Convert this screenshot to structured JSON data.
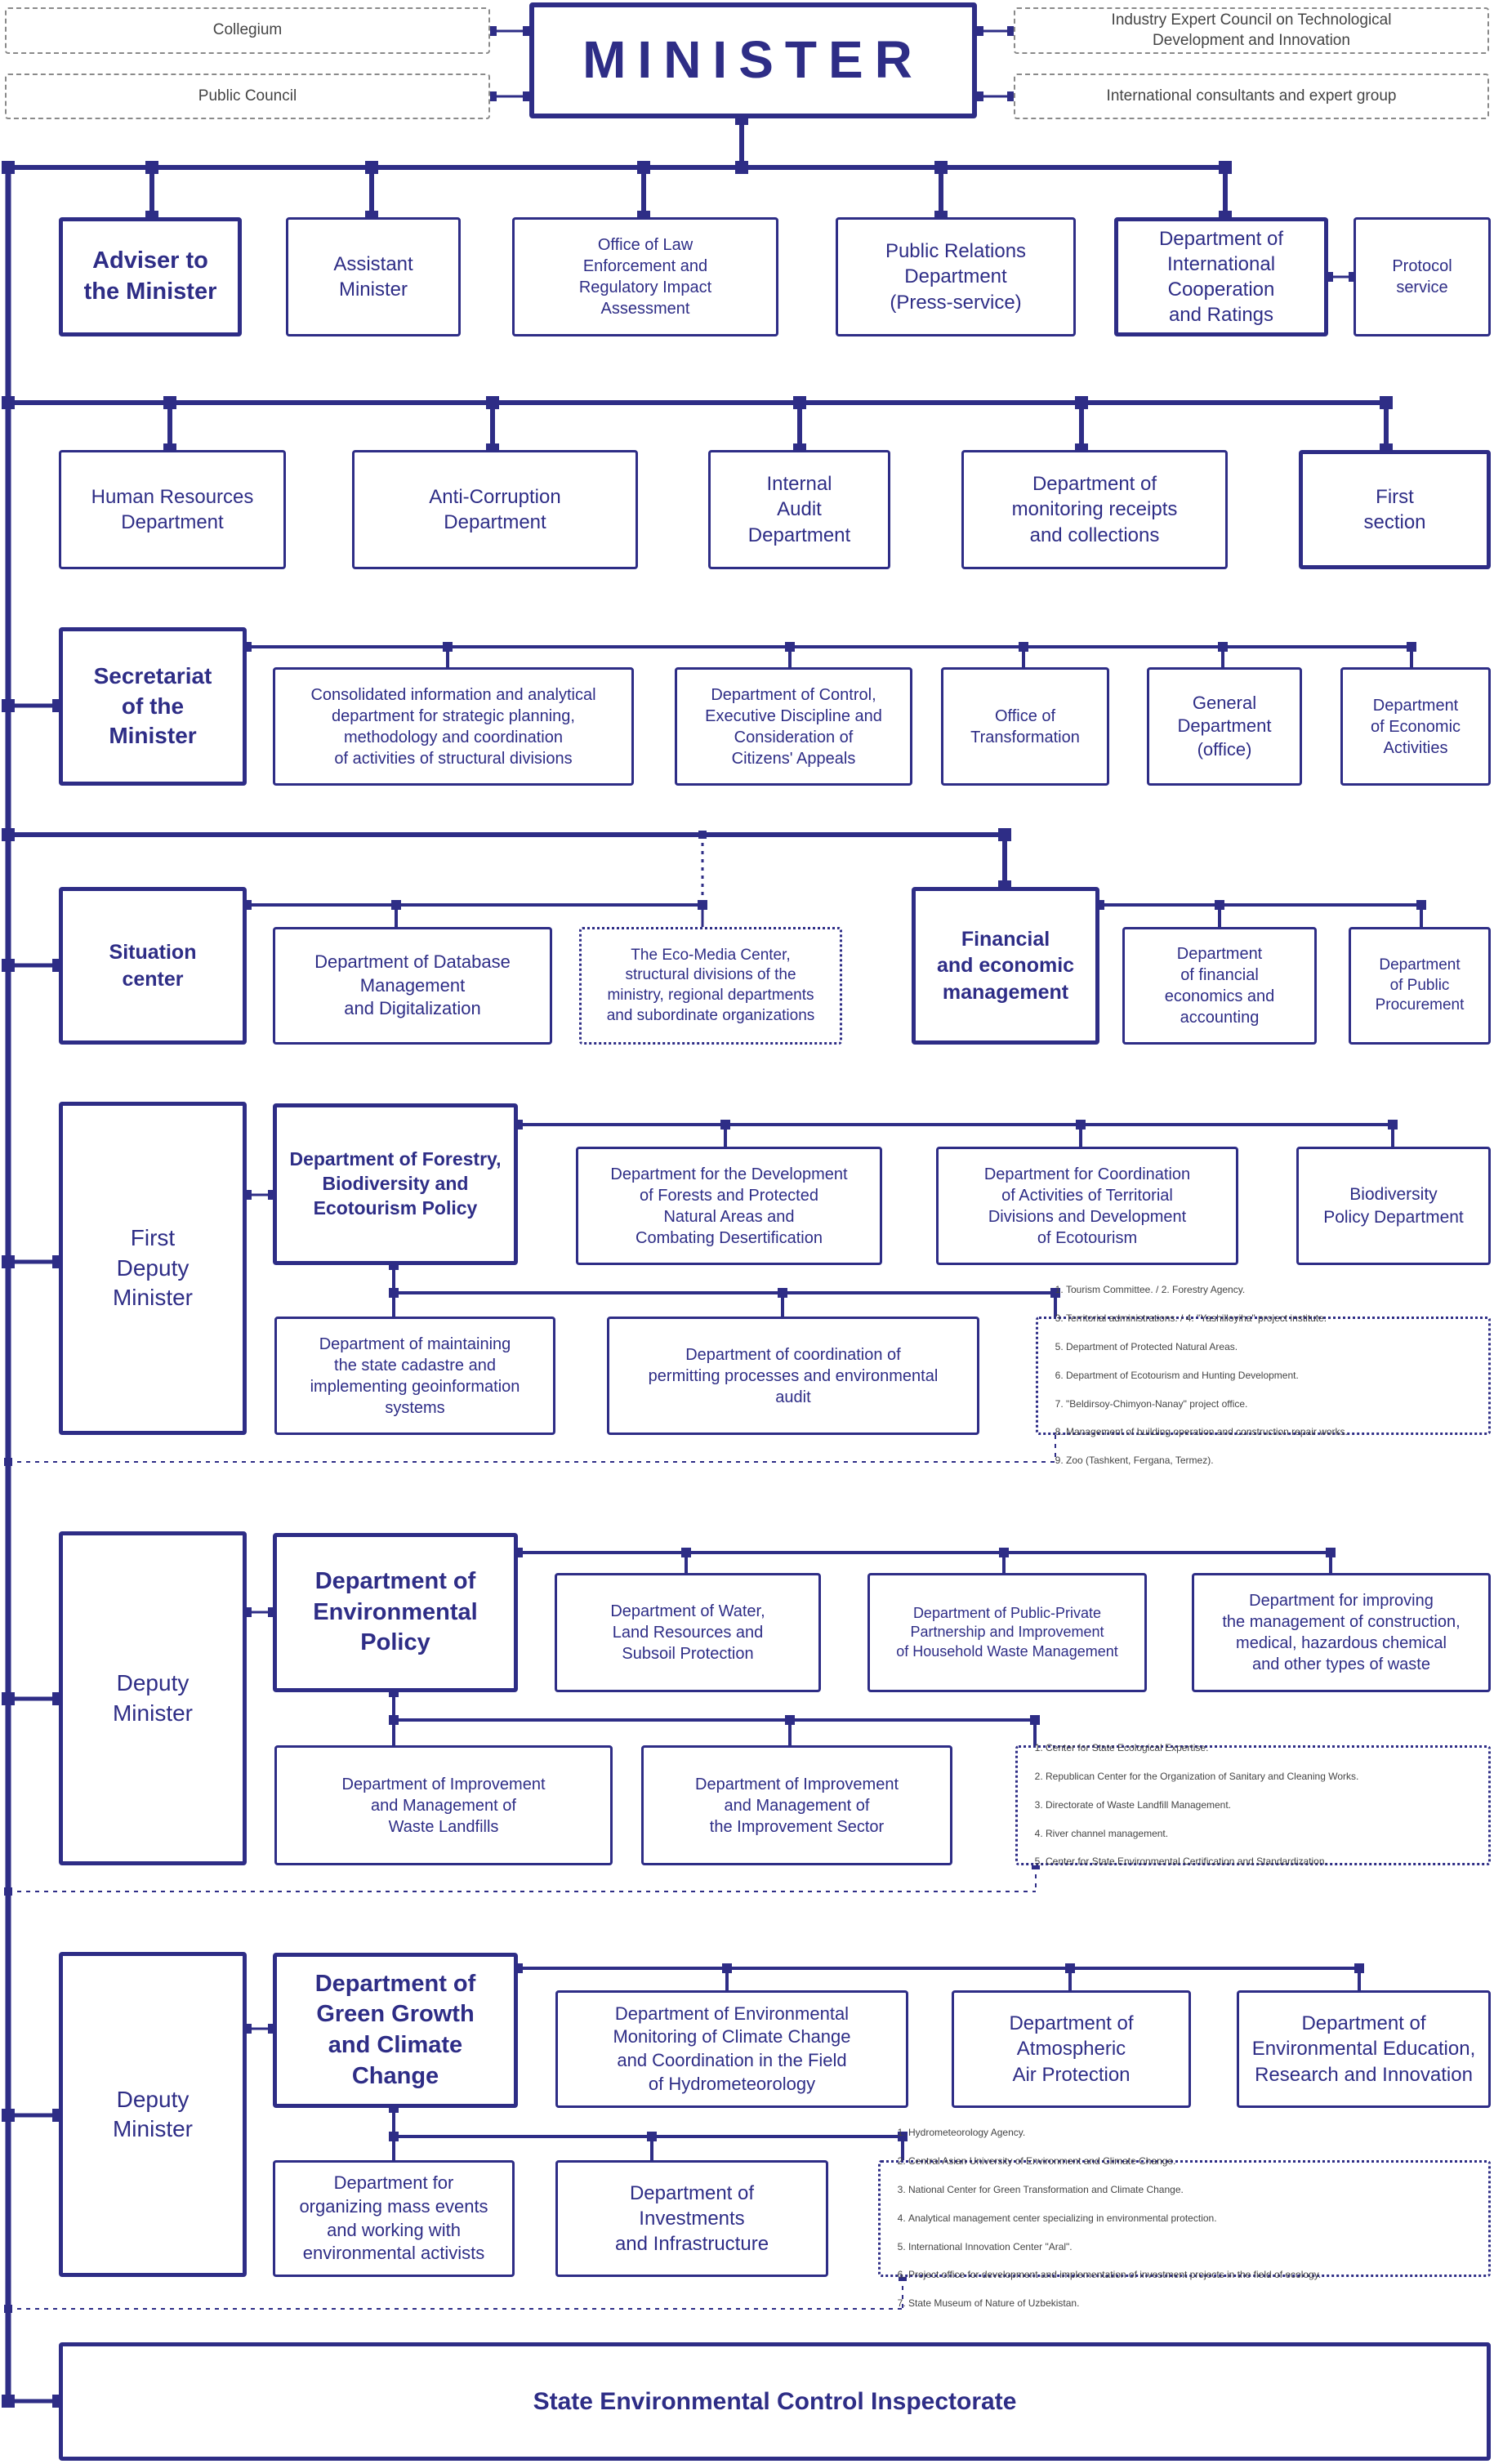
{
  "colors": {
    "accent": "#2e2d86",
    "advisory_border": "#8a8a8a"
  },
  "minister": "MINISTER",
  "advisory": {
    "collegium": "Collegium",
    "public_council": "Public Council",
    "industry_council": "Industry Expert Council on Technological\nDevelopment and Innovation",
    "consultants": "International consultants and expert group"
  },
  "row1": {
    "adviser": "Adviser to\nthe Minister",
    "assistant": "Assistant\nMinister",
    "law_office": "Office of Law\nEnforcement and\nRegulatory Impact\nAssessment",
    "pr": "Public Relations\nDepartment\n(Press-service)",
    "intl": "Department of\nInternational\nCooperation\nand Ratings",
    "protocol": "Protocol\nservice"
  },
  "row2": {
    "hr": "Human Resources\nDepartment",
    "anticorruption": "Anti-Corruption\nDepartment",
    "audit": "Internal\nAudit\nDepartment",
    "receipts": "Department of\nmonitoring receipts\nand collections",
    "first_section": "First\nsection"
  },
  "secretariat": {
    "head": "Secretariat\nof the\nMinister",
    "consolidated": "Consolidated information and analytical\ndepartment for strategic planning,\nmethodology and coordination\nof activities of structural divisions",
    "control": "Department of Control,\nExecutive Discipline and\nConsideration of\nCitizens' Appeals",
    "transformation": "Office of\nTransformation",
    "general": "General\nDepartment\n(office)",
    "economic": "Department\nof Economic\nActivities"
  },
  "situation": {
    "head": "Situation\ncenter",
    "database": "Department of Database\nManagement\nand Digitalization",
    "ecomedia": "The Eco-Media Center,\nstructural divisions of the\nministry, regional departments\nand subordinate organizations"
  },
  "financial": {
    "head": "Financial\nand economic\nmanagement",
    "accounting": "Department\nof financial\neconomics and\naccounting",
    "procurement": "Department\nof Public\nProcurement"
  },
  "first_deputy": {
    "head": "First\nDeputy\nMinister",
    "forestry": "Department of Forestry,\nBiodiversity and\nEcotourism Policy",
    "forests": "Department for the Development\nof Forests and Protected\nNatural Areas and\nCombating Desertification",
    "territorial": "Department for Coordination\nof Activities of Territorial\nDivisions and Development\nof Ecotourism",
    "biodiversity": "Biodiversity\nPolicy Department",
    "cadastre": "Department of maintaining\nthe state cadastre and\nimplementing geoinformation\nsystems",
    "permitting": "Department of coordination of\npermitting processes and environmental\naudit",
    "subordinates": [
      "Tourism Committee.        /     2. Forestry Agency.",
      "Territorial administrations.   /  4. \"Yashilloyiha\" project institute.",
      "Department of Protected Natural Areas.",
      "Department of Ecotourism and Hunting Development.",
      "\"Beldirsoy-Chimyon-Nanay\" project office.",
      "Management of building operation and construction repair works.",
      "Zoo (Tashkent, Fergana, Termez)."
    ]
  },
  "deputy1": {
    "head": "Deputy\nMinister",
    "env_policy": "Department of\nEnvironmental\nPolicy",
    "water": "Department of Water,\nLand Resources and\nSubsoil Protection",
    "ppp": "Department of Public-Private\nPartnership and Improvement\nof Household Waste Management",
    "waste_types": "Department for improving\nthe management of construction,\nmedical, hazardous chemical\nand other types of waste",
    "landfills": "Department of Improvement\nand Management of\nWaste Landfills",
    "improvement": "Department of Improvement\nand Management of\nthe Improvement Sector",
    "subordinates": [
      "Center for State Ecological Expertise.",
      "Republican Center for the Organization of Sanitary and Cleaning Works.",
      "Directorate of Waste Landfill Management.",
      "River channel management.",
      "Center for State Environmental Certification and Standardization."
    ]
  },
  "deputy2": {
    "head": "Deputy\nMinister",
    "green": "Department of\nGreen Growth\nand Climate\nChange",
    "monitoring": "Department of Environmental\nMonitoring of Climate Change\nand Coordination in the Field\nof Hydrometeorology",
    "air": "Department of\nAtmospheric\nAir Protection",
    "education": "Department of\nEnvironmental Education,\nResearch and Innovation",
    "mass_events": "Department for\norganizing mass events\nand working with\nenvironmental activists",
    "investments": "Department of\nInvestments\nand Infrastructure",
    "subordinates": [
      "Hydrometeorology Agency.",
      "Central Asian University of Environment and Climate Change.",
      "National Center for Green Transformation and Climate Change.",
      "Analytical management center specializing in environmental protection.",
      "International Innovation Center \"Aral\".",
      "Project office for development and implementation of investment projects in the field of ecology.",
      "State Museum of Nature of Uzbekistan."
    ]
  },
  "inspectorate": "State Environmental Control Inspectorate"
}
